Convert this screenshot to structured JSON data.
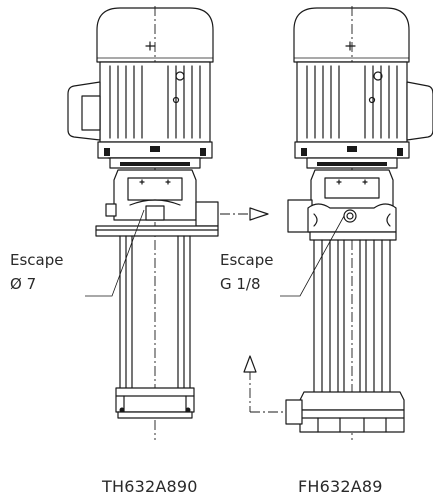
{
  "labels": {
    "left_escape_line1": "Escape",
    "left_escape_line2": "Ø 7",
    "right_escape_line1": "Escape",
    "right_escape_line2": "G 1/8"
  },
  "captions": {
    "left_model": "TH632A890",
    "right_model": "FH632A89"
  }
}
